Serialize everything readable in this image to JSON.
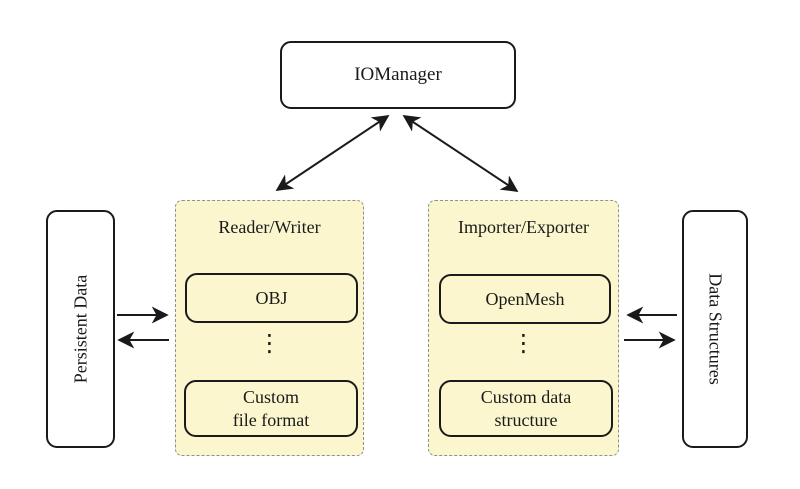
{
  "diagram": {
    "title": "IOManager",
    "persistent_data_box": {
      "label": "Persistent Data"
    },
    "data_structures_box": {
      "label": "Data Structures"
    },
    "reader_writer_panel": {
      "label": "Reader/Writer",
      "top_item": "OBJ",
      "ellipsis": "⋮",
      "bottom_item_line1": "Custom",
      "bottom_item_line2": "file format"
    },
    "importer_exporter_panel": {
      "label": "Importer/Exporter",
      "top_item": "OpenMesh",
      "ellipsis": "⋮",
      "bottom_item_line1": "Custom data",
      "bottom_item_line2": "structure"
    },
    "colors": {
      "panel_fill": "#FBF6CE",
      "panel_dashed_border": "#909090",
      "line_and_border": "#1A1A1A",
      "background": "#FFFFFF"
    }
  }
}
